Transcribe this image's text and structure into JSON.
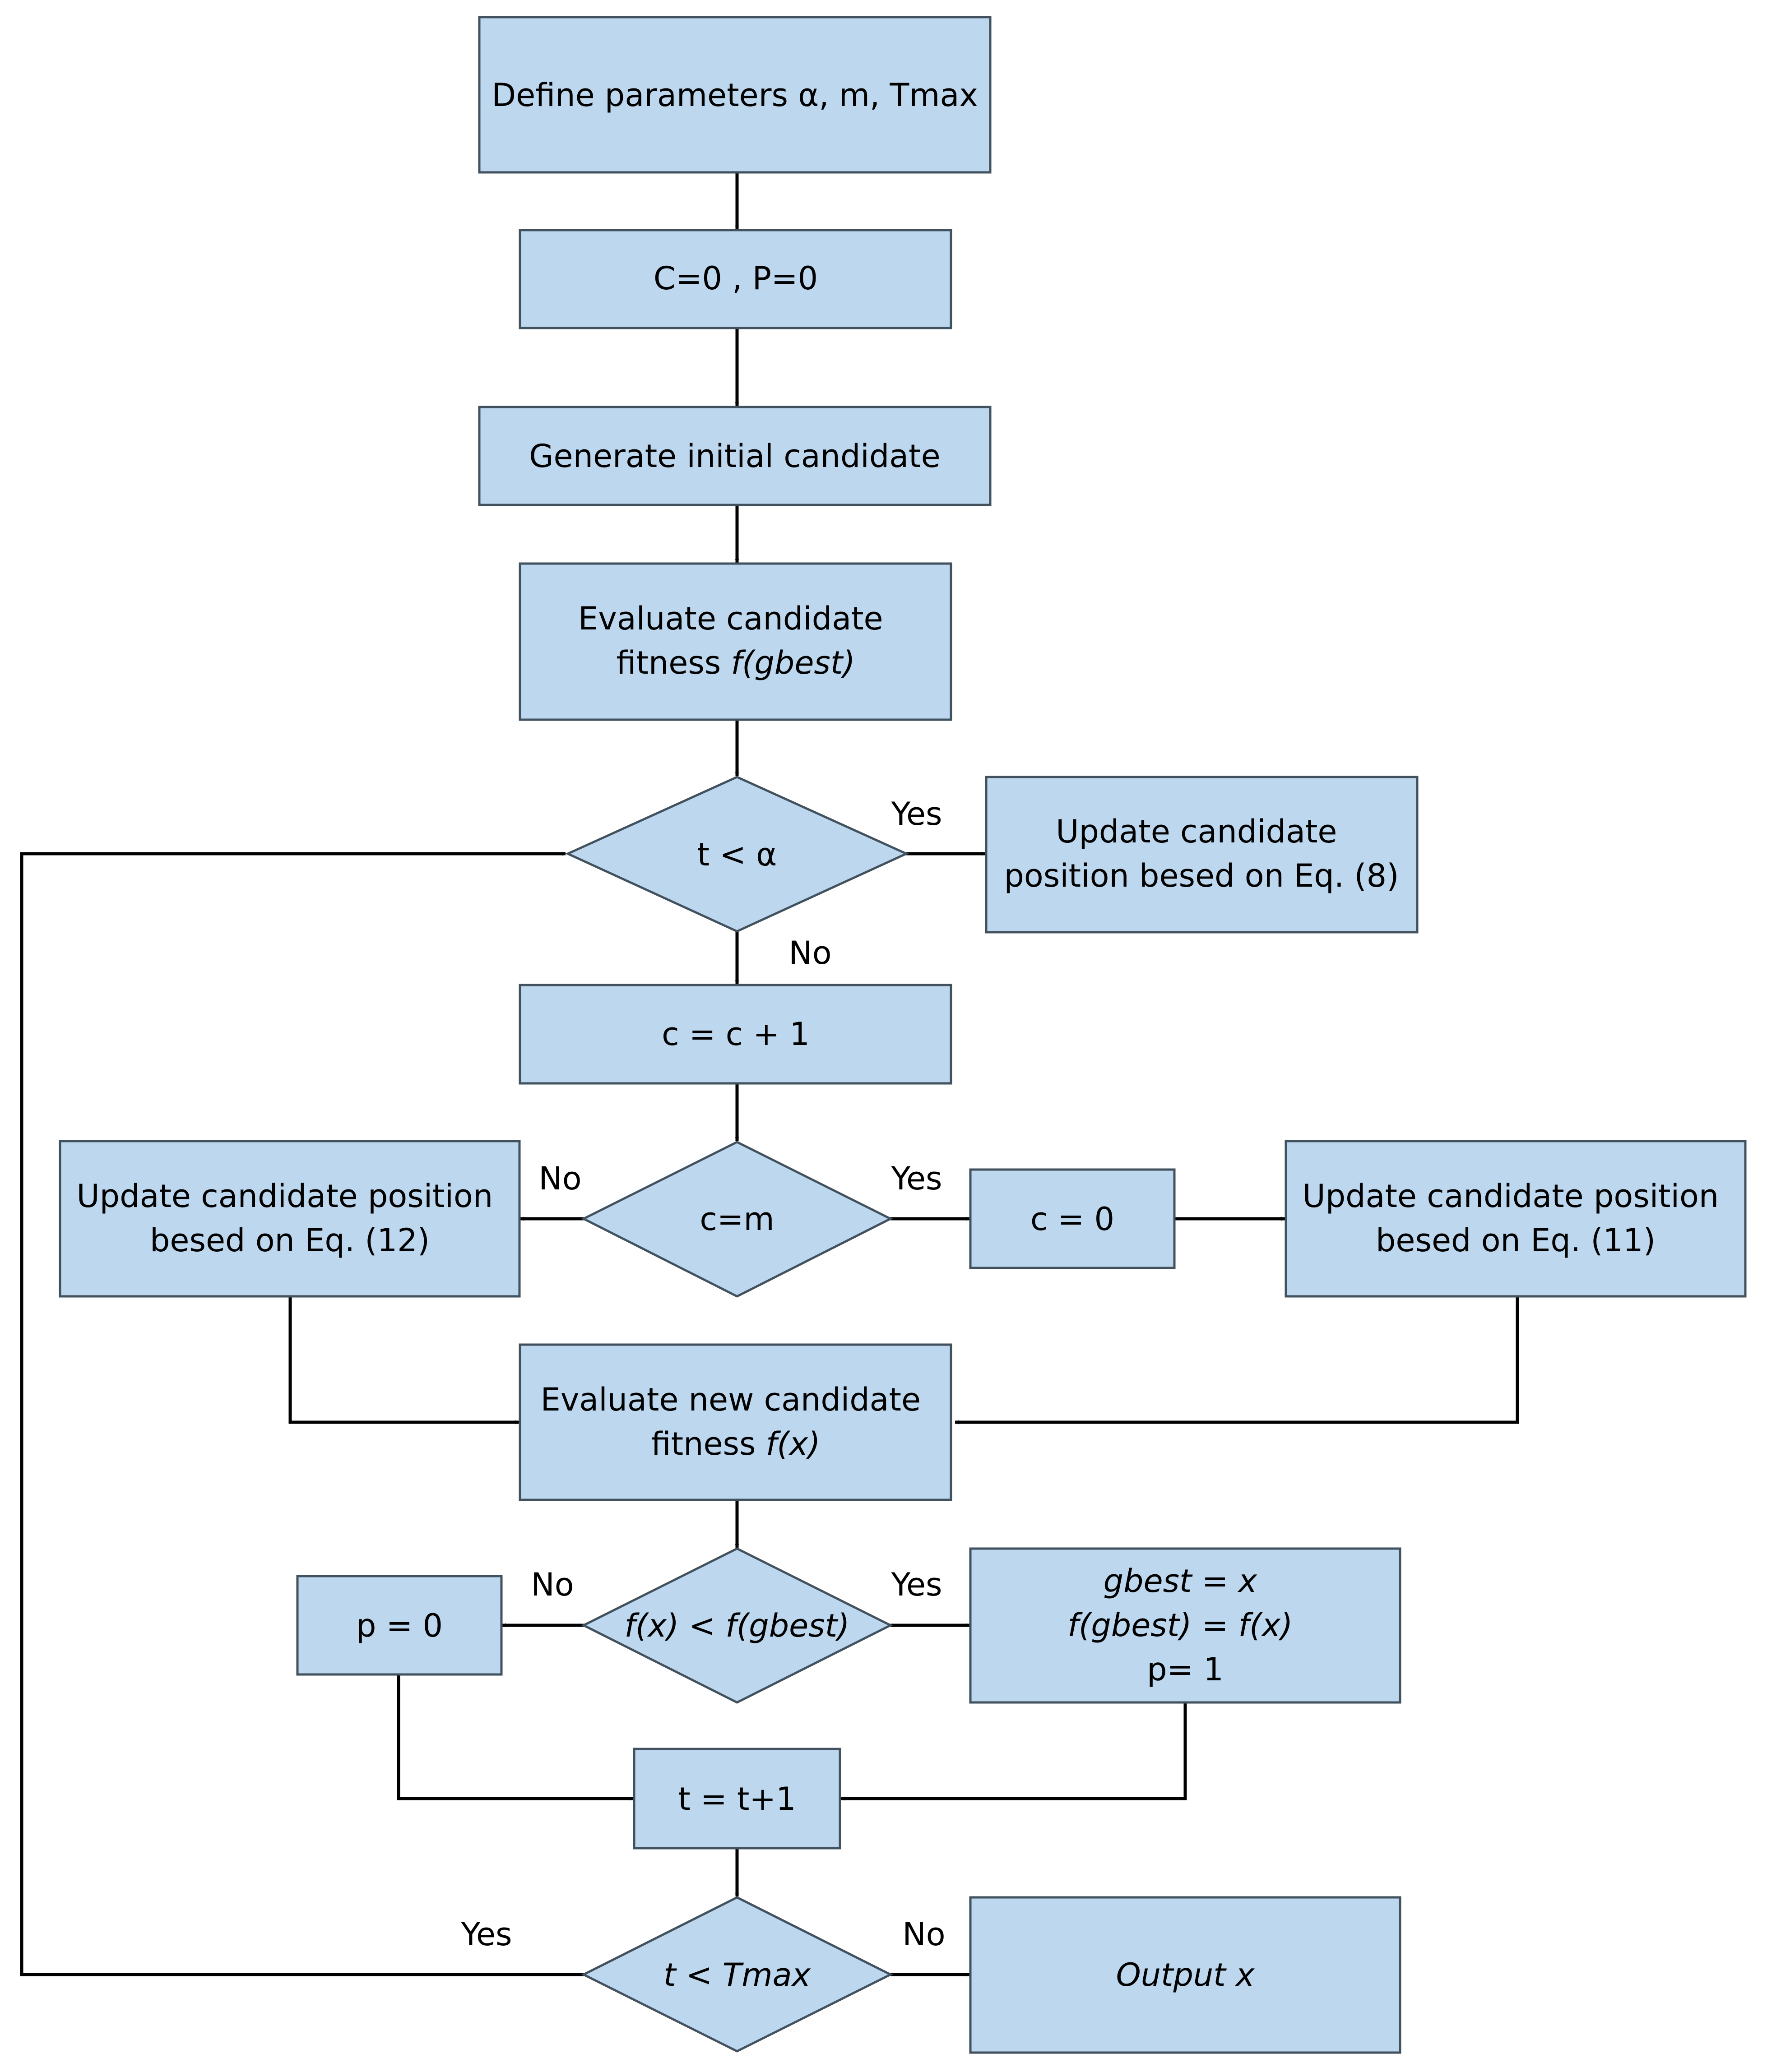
{
  "nodes": {
    "define_params": {
      "lines": [
        "Define parameters α, m, Tmax"
      ]
    },
    "init_cp": {
      "lines": [
        "C=0 , P=0"
      ]
    },
    "generate": {
      "lines": [
        "Generate initial candidate"
      ]
    },
    "evaluate": {
      "lines": [
        "Evaluate candidate",
        "fitness "
      ],
      "italic": "f(gbest)"
    },
    "t_lt_alpha": {
      "lines": [
        "t < α"
      ]
    },
    "update_eq8": {
      "lines": [
        "Update candidate",
        "position besed on Eq. (8)"
      ]
    },
    "c_inc": {
      "lines": [
        "c = c + 1"
      ]
    },
    "c_eq_m": {
      "lines": [
        "c=m"
      ]
    },
    "update_eq12": {
      "lines": [
        "Update candidate position",
        "besed on Eq. (12)"
      ]
    },
    "c_reset": {
      "lines": [
        "c = 0"
      ]
    },
    "update_eq11": {
      "lines": [
        "Update candidate position",
        "besed on Eq. (11)"
      ]
    },
    "evaluate_new": {
      "lines": [
        "Evaluate new candidate",
        "fitness "
      ],
      "italic": "f(x)"
    },
    "compare": {
      "lines": [
        "f(x)  < f(gbest)"
      ]
    },
    "p_zero": {
      "lines": [
        "p = 0"
      ]
    },
    "gbest_update": {
      "lines": [
        "gbest = x",
        "f(gbest) = f(x)",
        "p= 1"
      ]
    },
    "t_inc": {
      "lines": [
        "t = t+1"
      ]
    },
    "t_lt_tmax": {
      "lines": [
        "t < Tmax"
      ]
    },
    "output": {
      "lines": [
        "Output x"
      ]
    }
  },
  "edge_labels": {
    "alpha_yes": "Yes",
    "alpha_no": "No",
    "cm_no": "No",
    "cm_yes": "Yes",
    "cmp_no": "No",
    "cmp_yes": "Yes",
    "tmax_yes": "Yes",
    "tmax_no": "No"
  },
  "colors": {
    "node_fill": "#bdd7ee",
    "node_stroke": "#41515e",
    "edge": "#000000"
  }
}
